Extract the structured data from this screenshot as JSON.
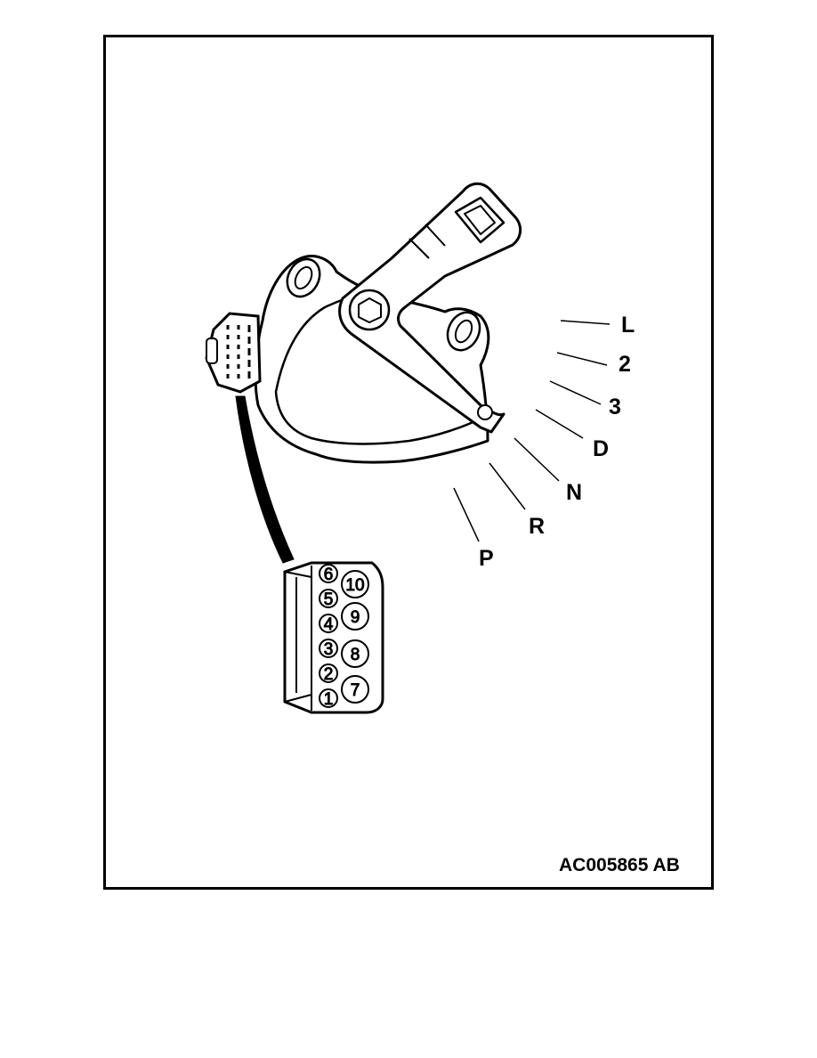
{
  "diagram": {
    "figure_id": "AC005865 AB",
    "shift_positions": [
      "L",
      "2",
      "3",
      "D",
      "N",
      "R",
      "P"
    ],
    "connector_pins_left": [
      "6",
      "5",
      "4",
      "3",
      "2",
      "1"
    ],
    "connector_pins_right": [
      "10",
      "9",
      "8",
      "7"
    ]
  },
  "colors": {
    "line": "#000000",
    "background": "#ffffff"
  }
}
